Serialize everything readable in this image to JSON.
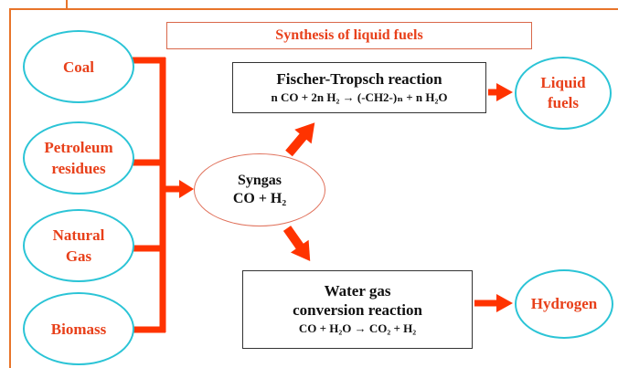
{
  "title": "Synthesis of liquid fuels",
  "sources": [
    {
      "line1": "Coal",
      "line2": ""
    },
    {
      "line1": "Petroleum",
      "line2": "residues"
    },
    {
      "line1": "Natural",
      "line2": "Gas"
    },
    {
      "line1": "Biomass",
      "line2": ""
    }
  ],
  "syngas": {
    "name": "Syngas",
    "formula": "CO + H₂"
  },
  "fischer_tropsch": {
    "title": "Fischer-Tropsch reaction",
    "equation": "n CO + 2n H₂ → (-CH2-)ₙ + n H₂O"
  },
  "water_gas": {
    "title_line1": "Water gas",
    "title_line2": "conversion reaction",
    "equation": "CO + H₂O → CO₂ + H₂"
  },
  "products": {
    "liquid_line1": "Liquid",
    "liquid_line2": "fuels",
    "hydrogen": "Hydrogen"
  },
  "colors": {
    "arrow": "#ff3300",
    "source_border": "#2bc4d6",
    "label_text": "#e8401a",
    "frame": "#e8742a"
  }
}
